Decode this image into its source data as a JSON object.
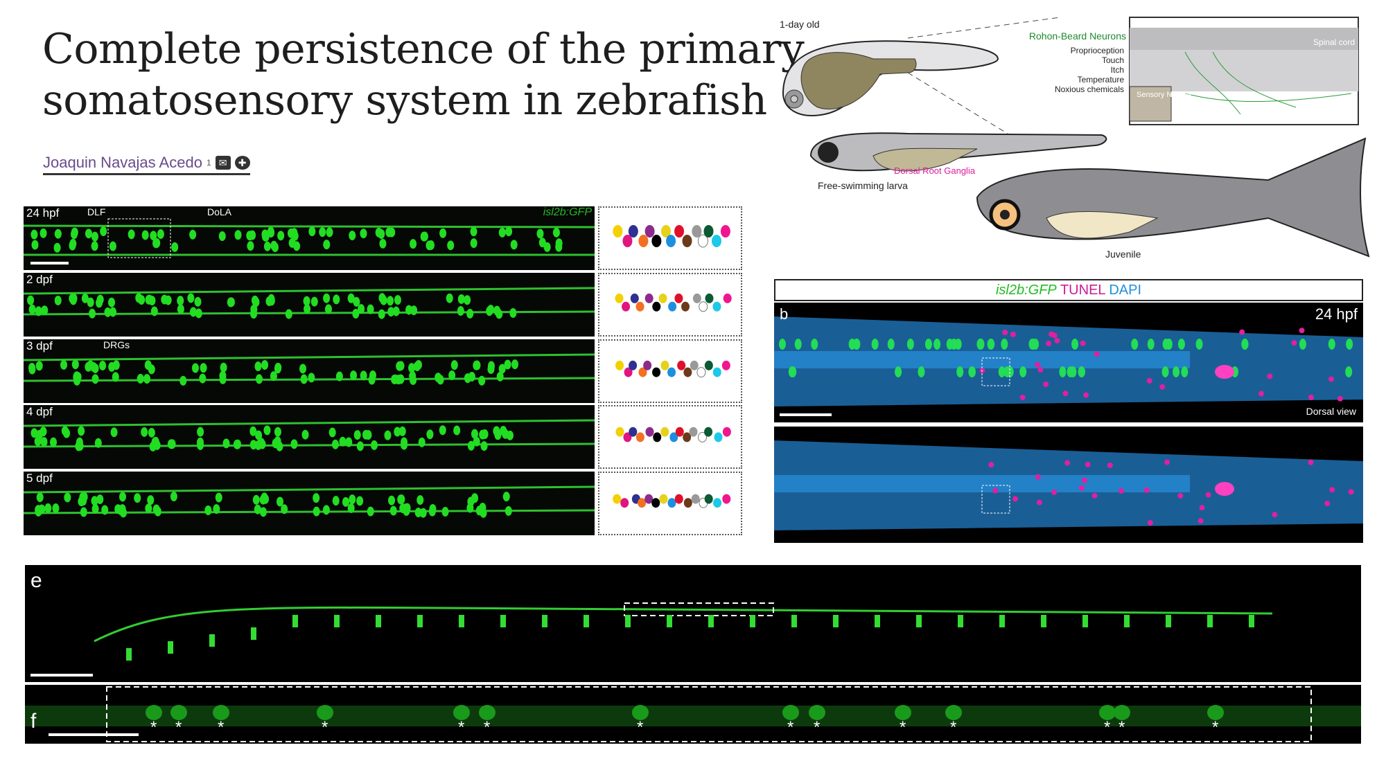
{
  "title": {
    "line1": "Complete persistence of the primary",
    "line2": "somatosensory system in zebrafish"
  },
  "author": {
    "name": "Joaquin Navajas Acedo",
    "affiliation": "1",
    "icons": [
      "envelope-icon",
      "orcid-icon"
    ]
  },
  "panel_a": {
    "rows": [
      {
        "label": "24 hpf"
      },
      {
        "label": "2 dpf"
      },
      {
        "label": "3 dpf"
      },
      {
        "label": "4 dpf"
      },
      {
        "label": "5 dpf"
      }
    ],
    "annotations": {
      "dlf": "DLF",
      "dola": "DoLA",
      "drgs": "DRGs",
      "reporter": "isl2b:GFP"
    }
  },
  "illustration": {
    "stage1": "1-day old",
    "stage2": "Free-swimming larva",
    "stage3": "Juvenile",
    "rb_neurons": "Rohon-Beard Neurons",
    "spinal_cord": "Spinal cord",
    "sensory_neurite": "Sensory Neurite",
    "modalities": [
      "Proprioception",
      "Touch",
      "Itch",
      "Temperature",
      "Noxious chemicals"
    ],
    "drg": "Dorsal Root Ganglia"
  },
  "panel_b": {
    "legend": {
      "gfp": "isl2b:GFP",
      "tunel": "TUNEL",
      "dapi": "DAPI"
    },
    "label": "b",
    "time": "24 hpf",
    "view": "Dorsal view"
  },
  "panel_e": {
    "label": "e"
  },
  "panel_f": {
    "label": "f",
    "marker": "*"
  },
  "colors": {
    "gfp": "#22cc22",
    "tunel": "#dd1a9a",
    "dapi": "#1f8fe0"
  }
}
